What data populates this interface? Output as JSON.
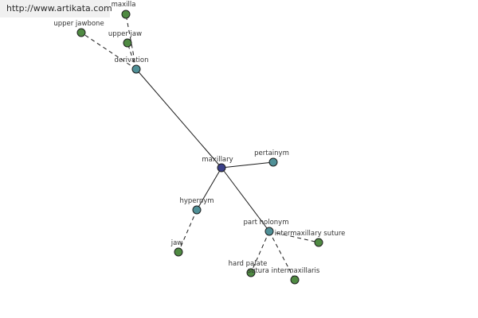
{
  "watermark": "http://www.artikata.com",
  "colors": {
    "center": "#3a3f88",
    "relation": "#4f9097",
    "leaf": "#4f8a42"
  },
  "nodes": {
    "maxillary": {
      "label": "maxillary",
      "kind": "center"
    },
    "derivation": {
      "label": "derivation",
      "kind": "relation"
    },
    "pertainym": {
      "label": "pertainym",
      "kind": "relation"
    },
    "hypernym": {
      "label": "hypernym",
      "kind": "relation"
    },
    "part_holonym": {
      "label": "part holonym",
      "kind": "relation"
    },
    "maxilla": {
      "label": "maxilla",
      "kind": "leaf"
    },
    "upper_jawbone": {
      "label": "upper jawbone",
      "kind": "leaf"
    },
    "upper_jaw": {
      "label": "upper jaw",
      "kind": "leaf"
    },
    "jaw": {
      "label": "jaw",
      "kind": "leaf"
    },
    "intermaxillary_suture": {
      "label": "intermaxillary suture",
      "kind": "leaf"
    },
    "hard_palate": {
      "label": "hard palate",
      "kind": "leaf"
    },
    "sutura_intermaxillaris": {
      "label": "sutura intermaxillaris",
      "kind": "leaf"
    }
  },
  "edges": [
    {
      "from": "maxillary",
      "to": "derivation",
      "style": "solid"
    },
    {
      "from": "maxillary",
      "to": "pertainym",
      "style": "solid"
    },
    {
      "from": "maxillary",
      "to": "hypernym",
      "style": "solid"
    },
    {
      "from": "maxillary",
      "to": "part_holonym",
      "style": "solid"
    },
    {
      "from": "derivation",
      "to": "maxilla",
      "style": "dashed"
    },
    {
      "from": "derivation",
      "to": "upper_jawbone",
      "style": "dashed"
    },
    {
      "from": "derivation",
      "to": "upper_jaw",
      "style": "dashed"
    },
    {
      "from": "hypernym",
      "to": "jaw",
      "style": "dashed"
    },
    {
      "from": "part_holonym",
      "to": "intermaxillary_suture",
      "style": "dashed"
    },
    {
      "from": "part_holonym",
      "to": "hard_palate",
      "style": "dashed"
    },
    {
      "from": "part_holonym",
      "to": "sutura_intermaxillaris",
      "style": "dashed"
    }
  ]
}
